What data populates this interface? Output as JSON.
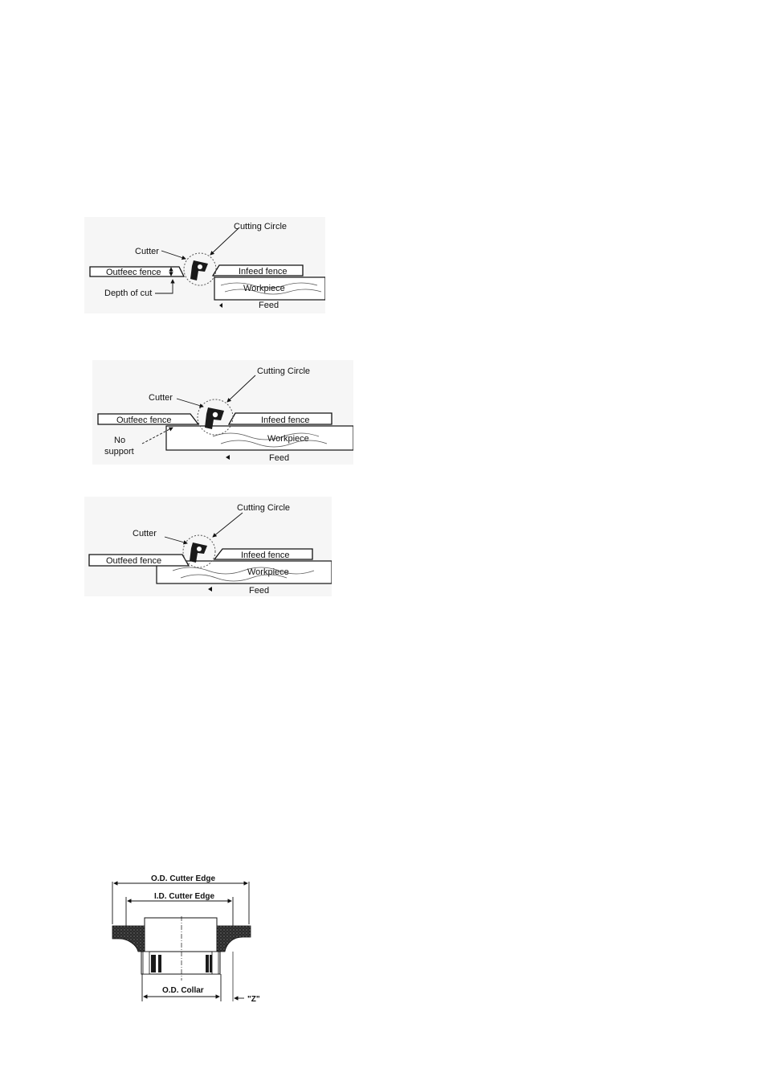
{
  "figure1": {
    "cutting_circle": "Cutting Circle",
    "cutter": "Cutter",
    "outfeed_fence": "Outfeec fence",
    "infeed_fence": "Infeed fence",
    "workpiece": "Workpiece",
    "depth_of_cut": "Depth of cut",
    "feed": "Feed"
  },
  "figure2": {
    "cutting_circle": "Cutting Circle",
    "cutter": "Cutter",
    "outfeed_fence": "Outfeec fence",
    "infeed_fence": "Infeed fence",
    "workpiece": "Workpiece",
    "no_support_line1": "No",
    "no_support_line2": "support",
    "feed": "Feed"
  },
  "figure3": {
    "cutting_circle": "Cutting Circle",
    "cutter": "Cutter",
    "outfeed_fence": "Outfeed fence",
    "infeed_fence": "Infeed fence",
    "workpiece": "Workpiece",
    "feed": "Feed"
  },
  "figure4": {
    "od_cutter_edge": "O.D. Cutter Edge",
    "id_cutter_edge": "I.D. Cutter Edge",
    "od_collar": "O.D. Collar",
    "z_label": "\"Z\""
  }
}
